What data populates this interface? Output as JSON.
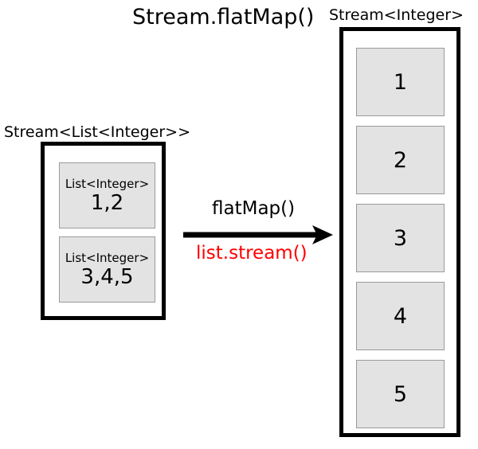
{
  "diagram": {
    "title": "Stream.flatMap()",
    "background_color": "#ffffff",
    "input": {
      "type_label": "Stream<List<Integer>>",
      "cells": [
        {
          "type": "List<Integer>",
          "value": "1,2"
        },
        {
          "type": "List<Integer>",
          "value": "3,4,5"
        }
      ]
    },
    "output": {
      "type_label": "Stream<Integer>",
      "cells": [
        {
          "value": "1"
        },
        {
          "value": "2"
        },
        {
          "value": "3"
        },
        {
          "value": "4"
        },
        {
          "value": "5"
        }
      ]
    },
    "transform": {
      "operation_label": "flatMap()",
      "mapper_label": "list.stream()",
      "mapper_color": "#ff0000",
      "arrow_icon": "right-arrow-icon"
    },
    "colors": {
      "cell_fill": "#e3e3e3",
      "cell_border": "#9a9a9a",
      "box_border": "#000000",
      "text": "#000000",
      "accent_red": "#ff0000"
    }
  }
}
